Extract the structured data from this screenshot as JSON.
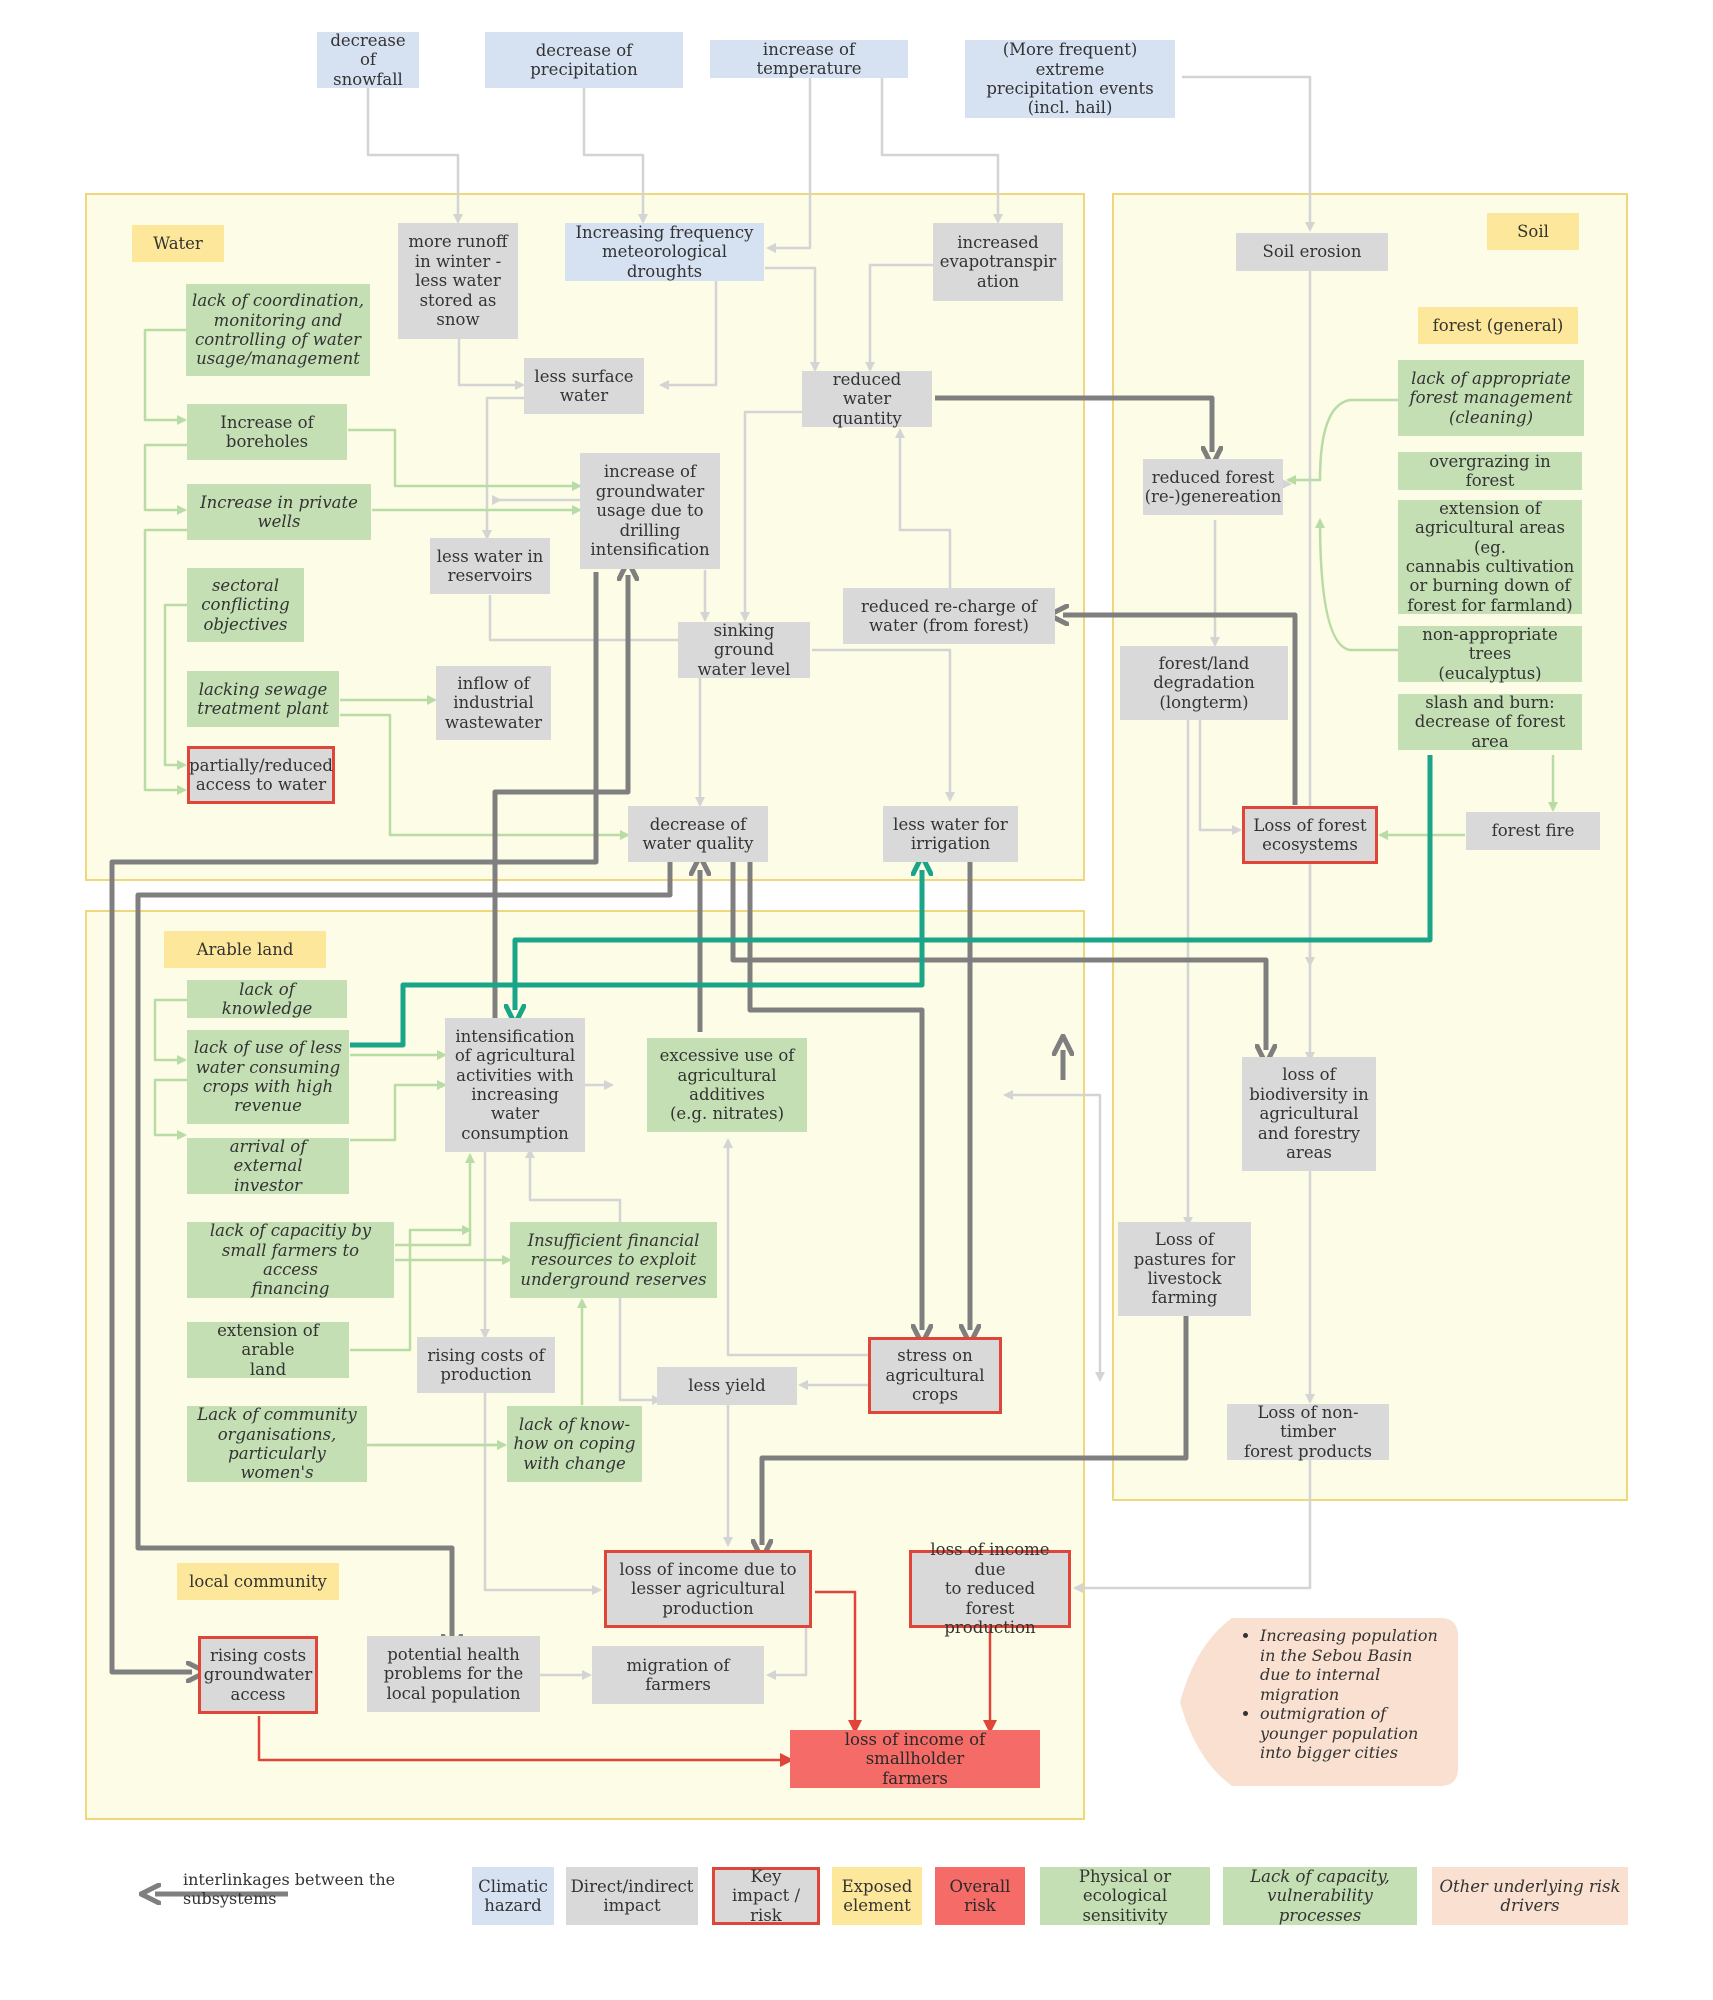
{
  "panels": {
    "water": "Water",
    "soil": "Soil",
    "forest": "forest (general)",
    "arable": "Arable land",
    "community": "local community"
  },
  "nodes": {
    "decrease_snowfall": "decrease\nof snowfall",
    "decrease_precip": "decrease of\nprecipitation",
    "increase_temp": "increase of temperature",
    "extreme_precip": "(More frequent) extreme\nprecipitation events\n(incl. hail)",
    "more_runoff": "more runoff\nin winter -\nless water\nstored as\nsnow",
    "met_droughts": "Increasing frequency\nmeteorological droughts",
    "evapo": "increased\nevapotranspir\nation",
    "soil_erosion": "Soil erosion",
    "lack_coord": "lack of coordination,\nmonitoring and\ncontrolling of water\nusage/management",
    "less_surface": "less surface\nwater",
    "reduced_qty": "reduced water\nquantity",
    "boreholes": "Increase of\nboreholes",
    "private_wells": "Increase in private\nwells",
    "gw_usage": "increase of\ngroundwater\nusage due to\ndrilling\nintensification",
    "less_reservoirs": "less water in\nreservoirs",
    "sectoral": "sectoral\nconflicting\nobjectives",
    "sinking_gw": "sinking ground\nwater level",
    "recharge": "reduced re-charge of\nwater (from forest)",
    "sewage": "lacking sewage\ntreatment plant",
    "industrial": "inflow of\nindustrial\nwastewater",
    "access_water": "partially/reduced\naccess to water",
    "water_quality": "decrease of\nwater quality",
    "less_irrigation": "less water for\nirrigation",
    "forest_mgmt": "lack of appropriate\nforest management\n(cleaning)",
    "overgrazing": "overgrazing in forest",
    "reduced_regen": "reduced forest\n(re-)genereation",
    "ext_agri": "extension of\nagricultural areas (eg.\ncannabis cultivation\nor burning down of\nforest for farmland)",
    "non_trees": "non-appropriate trees\n(eucalyptus)",
    "degradation": "forest/land\ndegradation\n(longterm)",
    "slash_burn": "slash and burn:\ndecrease of forest area",
    "loss_forest_eco": "Loss of forest\necosystems",
    "forest_fire": "forest fire",
    "lack_knowledge": "lack of knowledge",
    "lack_use_crops": "lack of use of less\nwater consuming\ncrops with high\nrevenue",
    "intensification": "intensification\nof agricultural\nactivities with\nincreasing\nwater\nconsumption",
    "additives": "excessive use of\nagricultural\nadditives\n(e.g. nitrates)",
    "biodiversity": "loss of\nbiodiversity in\nagricultural\nand forestry\nareas",
    "investor": "arrival of external\ninvestor",
    "capacity_finance": "lack of capacitiy by\nsmall farmers to access\nfinancing",
    "insufficient_fin": "Insufficient financial\nresources to exploit\nunderground reserves",
    "pastures": "Loss of\npastures for\nlivestock\nfarming",
    "ext_arable": "extension of arable\nland",
    "rising_costs_prod": "rising costs of\nproduction",
    "stress_crops": "stress on\nagricultural\ncrops",
    "less_yield": "less yield",
    "community_orgs": "Lack of community\norganisations,\nparticularly women's",
    "knowhow": "lack of know-\nhow on coping\nwith change",
    "non_timber": "Loss of non-timber\nforest products",
    "income_agri": "loss of income due to\nlesser agricultural\nproduction",
    "income_forest": "loss of income due\nto reduced forest\nproduction",
    "rising_gw_costs": "rising costs\ngroundwater\naccess",
    "health": "potential health\nproblems for the\nlocal population",
    "migration": "migration of\nfarmers",
    "overall": "loss of income of smallholder\nfarmers"
  },
  "drivers": [
    "Increasing population in the Sebou Basin due to internal migration",
    "outmigration of younger population into bigger cities"
  ],
  "legend": {
    "arrow_label": "interlinkages between the subsystems",
    "items": [
      "Climatic\nhazard",
      "Direct/indirect\nimpact",
      "Key impact /\nrisk",
      "Exposed\nelement",
      "Overall\nrisk",
      "Physical or\necological sensitivity",
      "Lack of capacity,\nvulnerability processes",
      "Other underlying risk\ndrivers"
    ]
  },
  "colors": {
    "hazard": "#d6e1f1",
    "impact": "#d9d9d9",
    "key_border": "#e0453a",
    "exposed": "#fde79a",
    "overall": "#f56b67",
    "sensitivity": "#c4dfb3",
    "other": "#f9e0d0",
    "thin_grey": "#d4d4d4",
    "thin_green": "#b9dba6",
    "thick_grey": "#7f7f7f",
    "teal": "#1aa589",
    "red_line": "#e0453a"
  }
}
